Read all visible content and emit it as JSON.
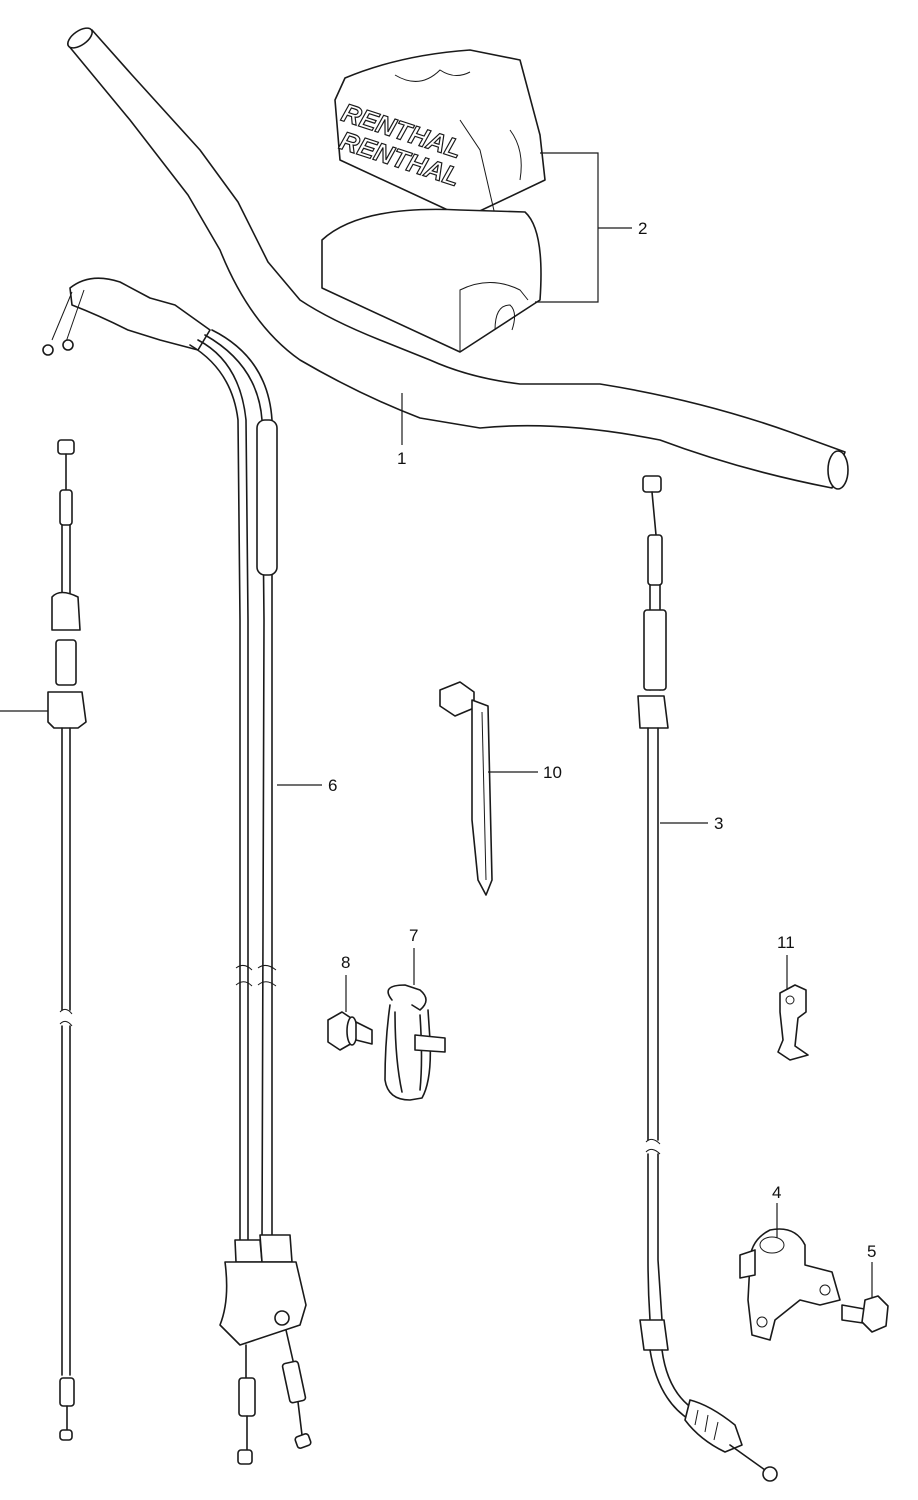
{
  "brand_text_upper": "RENTHAL",
  "brand_text_lower": "RENTHAL",
  "callouts": {
    "c1": "1",
    "c2": "2",
    "c3": "3",
    "c4": "4",
    "c5": "5",
    "c6": "6",
    "c7": "7",
    "c8": "8",
    "c10": "10",
    "c11": "11"
  }
}
